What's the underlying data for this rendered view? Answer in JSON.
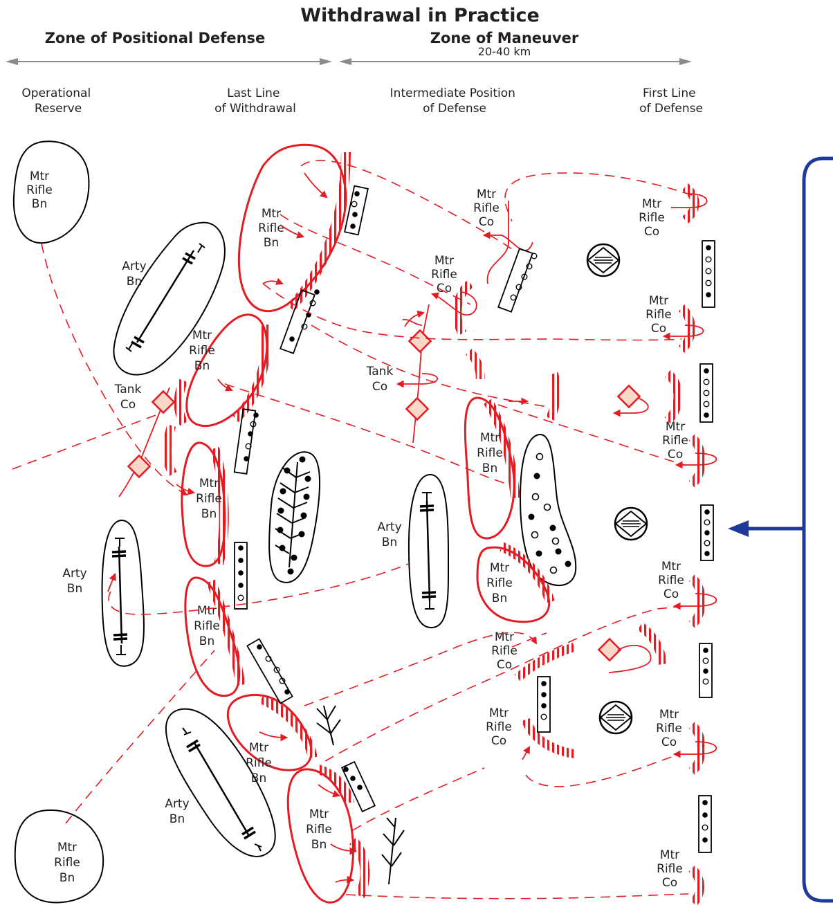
{
  "title": "Withdrawal in Practice",
  "zones": {
    "positional": "Zone of Positional Defense",
    "maneuver": "Zone of Maneuver",
    "maneuver_depth": "20-40 km"
  },
  "columns": {
    "operational_reserve": [
      "Operational",
      "Reserve"
    ],
    "last_line": [
      "Last Line",
      "of Withdrawal"
    ],
    "intermediate": [
      "Intermediate Position",
      "of Defense"
    ],
    "first_line": [
      "First Line",
      "of Defense"
    ]
  },
  "unit_labels": {
    "mtr_rifle_bn": [
      "Mtr",
      "Rifle",
      "Bn"
    ],
    "mtr_rifle_co": [
      "Mtr",
      "Rifle",
      "Co"
    ],
    "arty_bn": [
      "Arty",
      "Bn"
    ],
    "tank_co": [
      "Tank",
      "Co"
    ]
  },
  "colors": {
    "unit_outline": "#e31b23",
    "support_outline": "#000000",
    "direction_arrow": "#1e3a9b",
    "text": "#231f20"
  }
}
